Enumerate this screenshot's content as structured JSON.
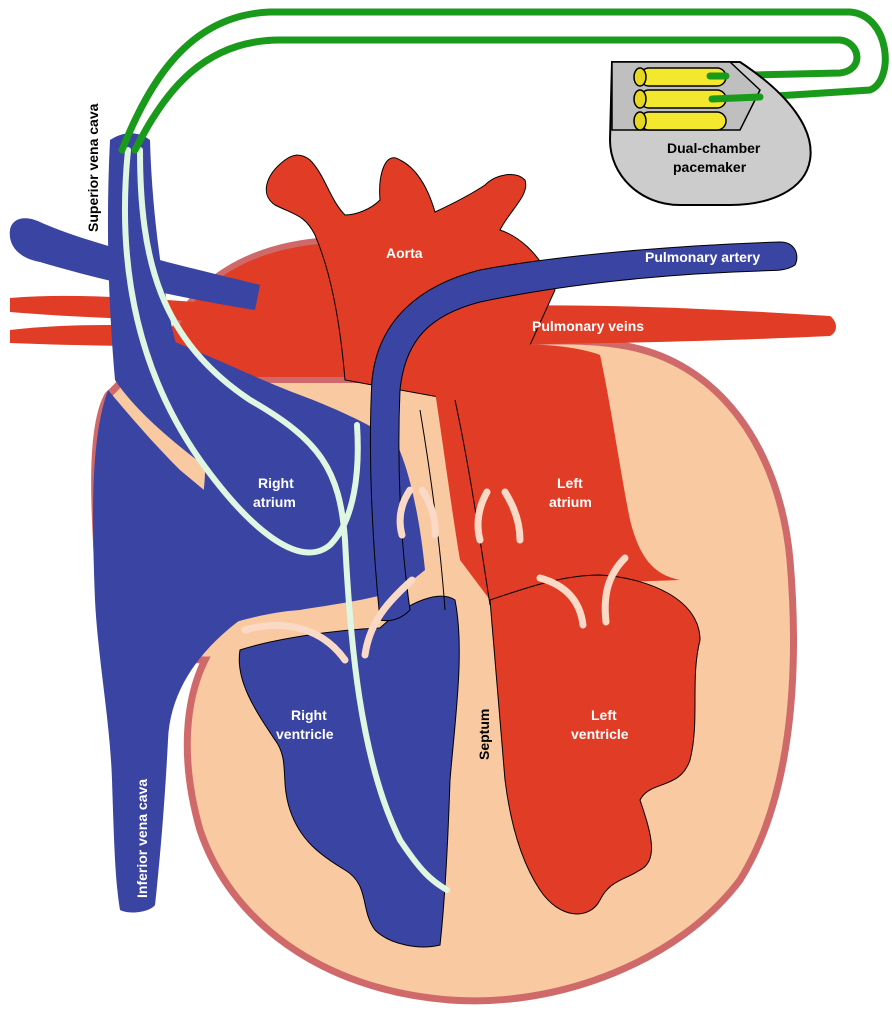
{
  "labels": {
    "superior_vena_cava": "Superior vena cava",
    "inferior_vena_cava": "Inferior vena cava",
    "aorta": "Aorta",
    "pulmonary_artery": "Pulmonary artery",
    "pulmonary_veins": "Pulmonary veins",
    "right_atrium_1": "Right",
    "right_atrium_2": "atrium",
    "left_atrium_1": "Left",
    "left_atrium_2": "atrium",
    "right_ventricle_1": "Right",
    "right_ventricle_2": "ventricle",
    "left_ventricle_1": "Left",
    "left_ventricle_2": "ventricle",
    "septum": "Septum",
    "pacemaker_1": "Dual-chamber",
    "pacemaker_2": "pacemaker"
  },
  "colors": {
    "venous_blue": "#3a44a3",
    "arterial_red": "#e03c26",
    "myocardium": "#f9c9a1",
    "outline": "#d06a6a",
    "pacing_lead": "#1a9a1a",
    "lead_in_heart": "#dff6e2",
    "valve": "#fbd9c7",
    "pacemaker_case": "#cccccc",
    "battery": "#f3e82e"
  }
}
